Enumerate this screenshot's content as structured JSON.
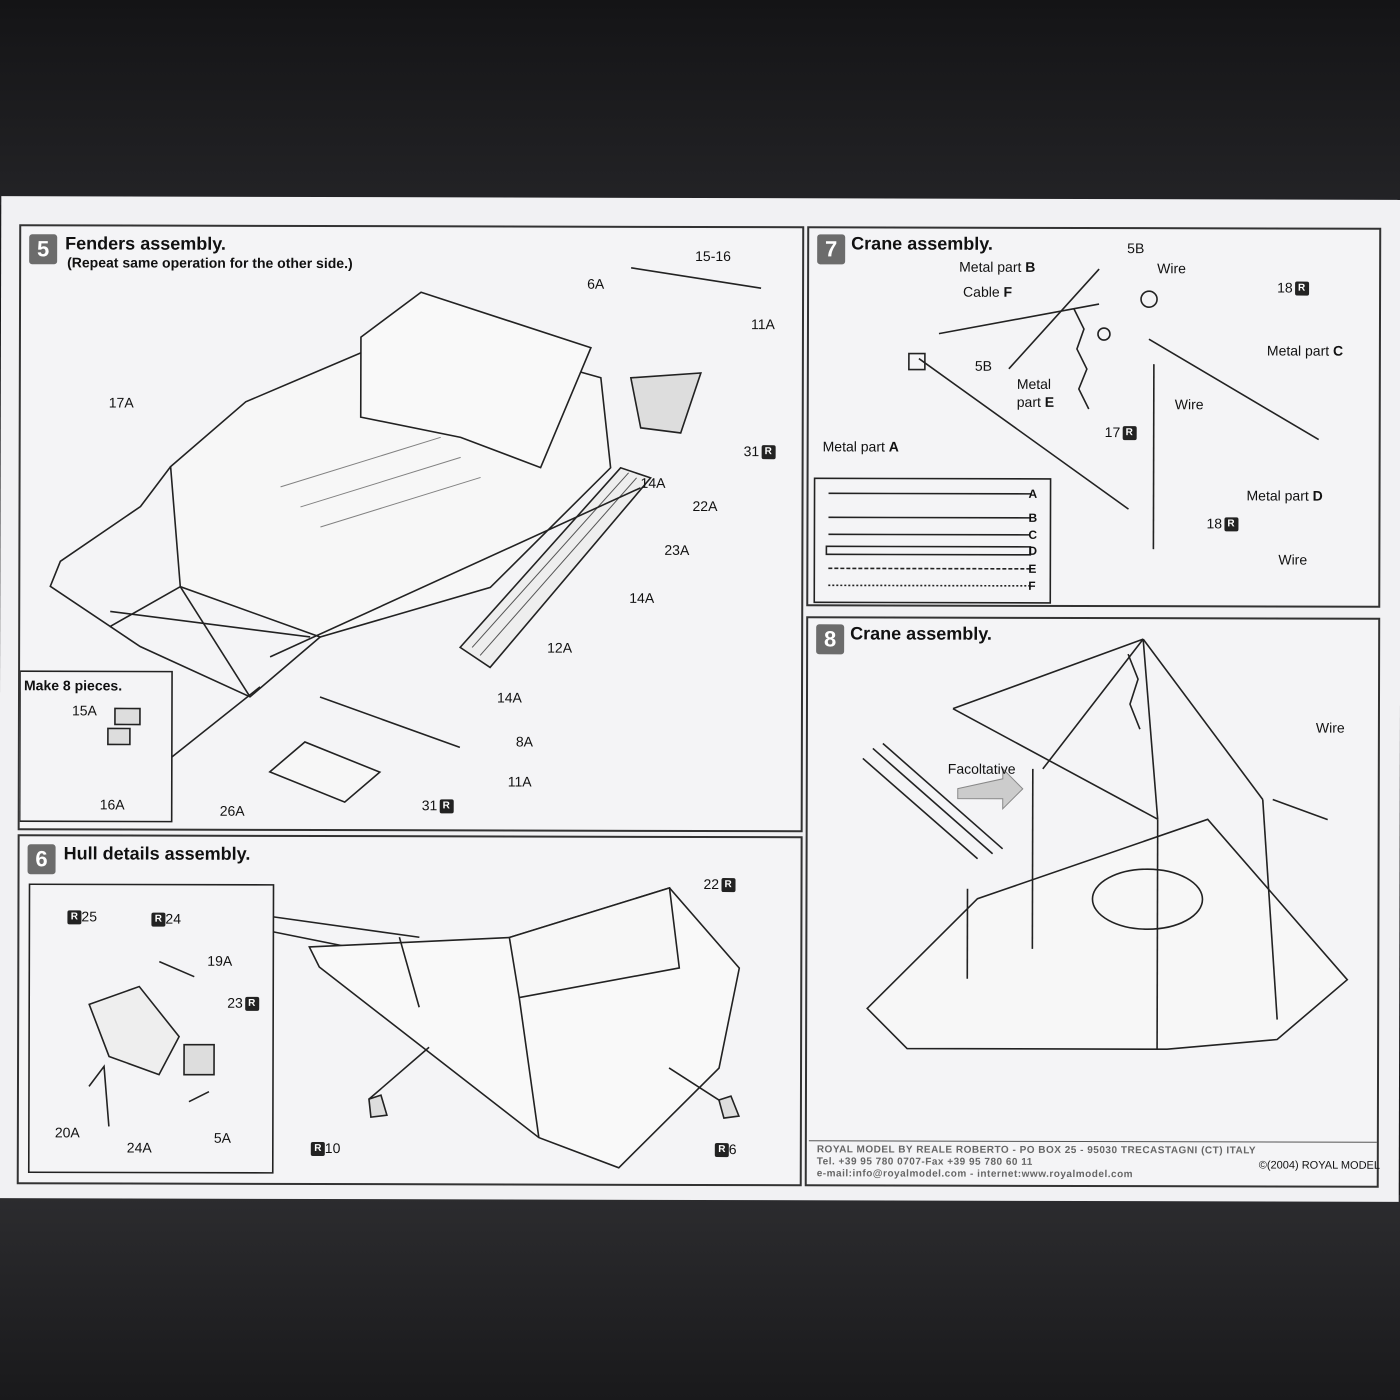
{
  "panel5": {
    "number": "5",
    "title": "Fenders assembly.",
    "subtitle": "(Repeat same operation for the other side.)",
    "inset_title": "Make 8 pieces.",
    "labels": [
      "15-16",
      "6A",
      "11A",
      "17A",
      "31",
      "14A",
      "22A",
      "23A",
      "14A",
      "12A",
      "14A",
      "8A",
      "11A",
      "31",
      "26A",
      "15A",
      "16A"
    ]
  },
  "panel6": {
    "number": "6",
    "title": "Hull details assembly.",
    "labels": [
      "25",
      "24",
      "19A",
      "23",
      "20A",
      "24A",
      "5A",
      "10",
      "22",
      "6"
    ]
  },
  "panel7": {
    "number": "7",
    "title": "Crane assembly.",
    "labels": {
      "l5b_top": "5B",
      "wire1": "Wire",
      "metal_b": "Metal part",
      "metal_b_letter": "B",
      "r18_top": "18",
      "cable_f": "Cable",
      "cable_f_letter": "F",
      "metal_c": "Metal part",
      "metal_c_letter": "C",
      "l5b_mid": "5B",
      "metal_e1": "Metal",
      "metal_e2": "part",
      "metal_e_letter": "E",
      "wire2": "Wire",
      "r17": "17",
      "metal_a": "Metal part",
      "metal_a_letter": "A",
      "metal_d": "Metal part",
      "metal_d_letter": "D",
      "r18_bot": "18",
      "wire3": "Wire"
    },
    "legend": [
      "A",
      "B",
      "C",
      "D",
      "E",
      "F"
    ]
  },
  "panel8": {
    "number": "8",
    "title": "Crane assembly.",
    "wire": "Wire",
    "facoltative": "Facoltative"
  },
  "footer": {
    "line1": "ROYAL MODEL BY REALE ROBERTO - PO BOX 25 - 95030 TRECASTAGNI (CT) ITALY",
    "line2": "Tel. +39 95 780 0707-Fax +39 95 780 60 11",
    "line3": "e-mail:info@royalmodel.com - internet:www.royalmodel.com",
    "copyright": "(2004) ROYAL MODEL"
  },
  "r_mark": "R"
}
